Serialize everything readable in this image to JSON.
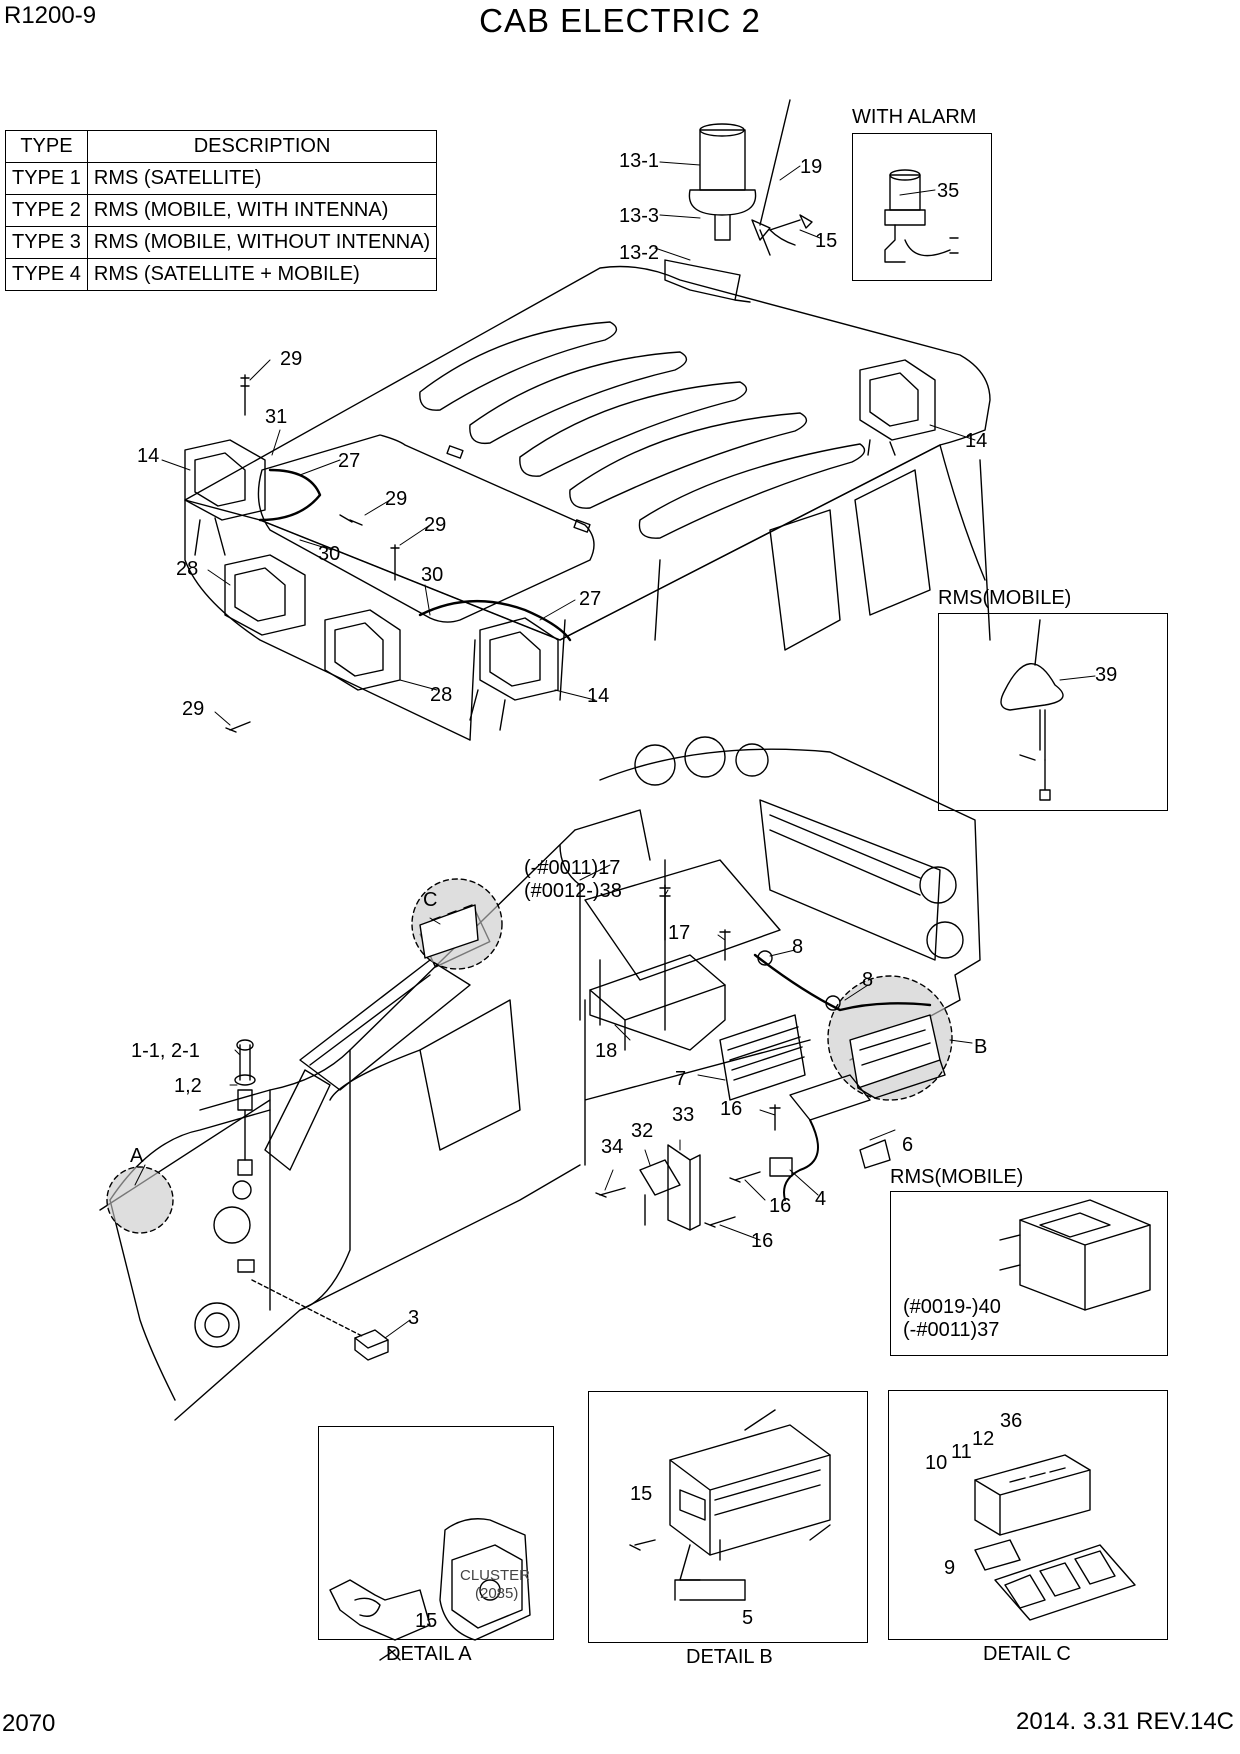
{
  "header": {
    "model": "R1200-9",
    "title": "CAB ELECTRIC 2"
  },
  "footer": {
    "page": "2070",
    "revision": "2014. 3.31  REV.14C"
  },
  "type_table": {
    "headers": [
      "TYPE",
      "DESCRIPTION"
    ],
    "rows": [
      [
        "TYPE 1",
        "RMS (SATELLITE)"
      ],
      [
        "TYPE 2",
        "RMS (MOBILE, WITH INTENNA)"
      ],
      [
        "TYPE 3",
        "RMS (MOBILE, WITHOUT INTENNA)"
      ],
      [
        "TYPE 4",
        "RMS (SATELLITE + MOBILE)"
      ]
    ]
  },
  "panels": {
    "with_alarm": "WITH ALARM",
    "rms_mobile_1": "RMS(MOBILE)",
    "rms_mobile_2": "RMS(MOBILE)",
    "detail_a": "DETAIL A",
    "detail_b": "DETAIL B",
    "detail_c": "DETAIL C",
    "cluster": "CLUSTER",
    "cluster_code": "(2085)"
  },
  "callouts": {
    "c13_1": "13-1",
    "c19": "19",
    "c13_3": "13-3",
    "c15_top": "15",
    "c13_2": "13-2",
    "c35": "35",
    "c29_a": "29",
    "c31": "31",
    "c14_left": "14",
    "c27_a": "27",
    "c29_b": "29",
    "c29_c": "29",
    "c30_a": "30",
    "c28_a": "28",
    "c30_b": "30",
    "c27_b": "27",
    "c14_right": "14",
    "c28_b": "28",
    "c14_mid": "14",
    "c29_d": "29",
    "c39": "39",
    "c17_a": "(-#0011)17",
    "c38": "(#0012-)38",
    "c_C": "C",
    "c17_b": "17",
    "c8_a": "8",
    "c8_b": "8",
    "c_B": "B",
    "c18": "18",
    "c7": "7",
    "c1_1": "1-1, 2-1",
    "c1_2": "1,2",
    "c16_a": "16",
    "c6": "6",
    "c34": "34",
    "c32": "32",
    "c33": "33",
    "c_A": "A",
    "c16_b": "16",
    "c4": "4",
    "c16_c": "16",
    "c3": "3",
    "c40": "(#0019-)40",
    "c37": "(-#0011)37",
    "c15_b": "15",
    "c5": "5",
    "c15_a": "15",
    "c10": "10",
    "c11": "11",
    "c12": "12",
    "c36": "36",
    "c9": "9"
  }
}
